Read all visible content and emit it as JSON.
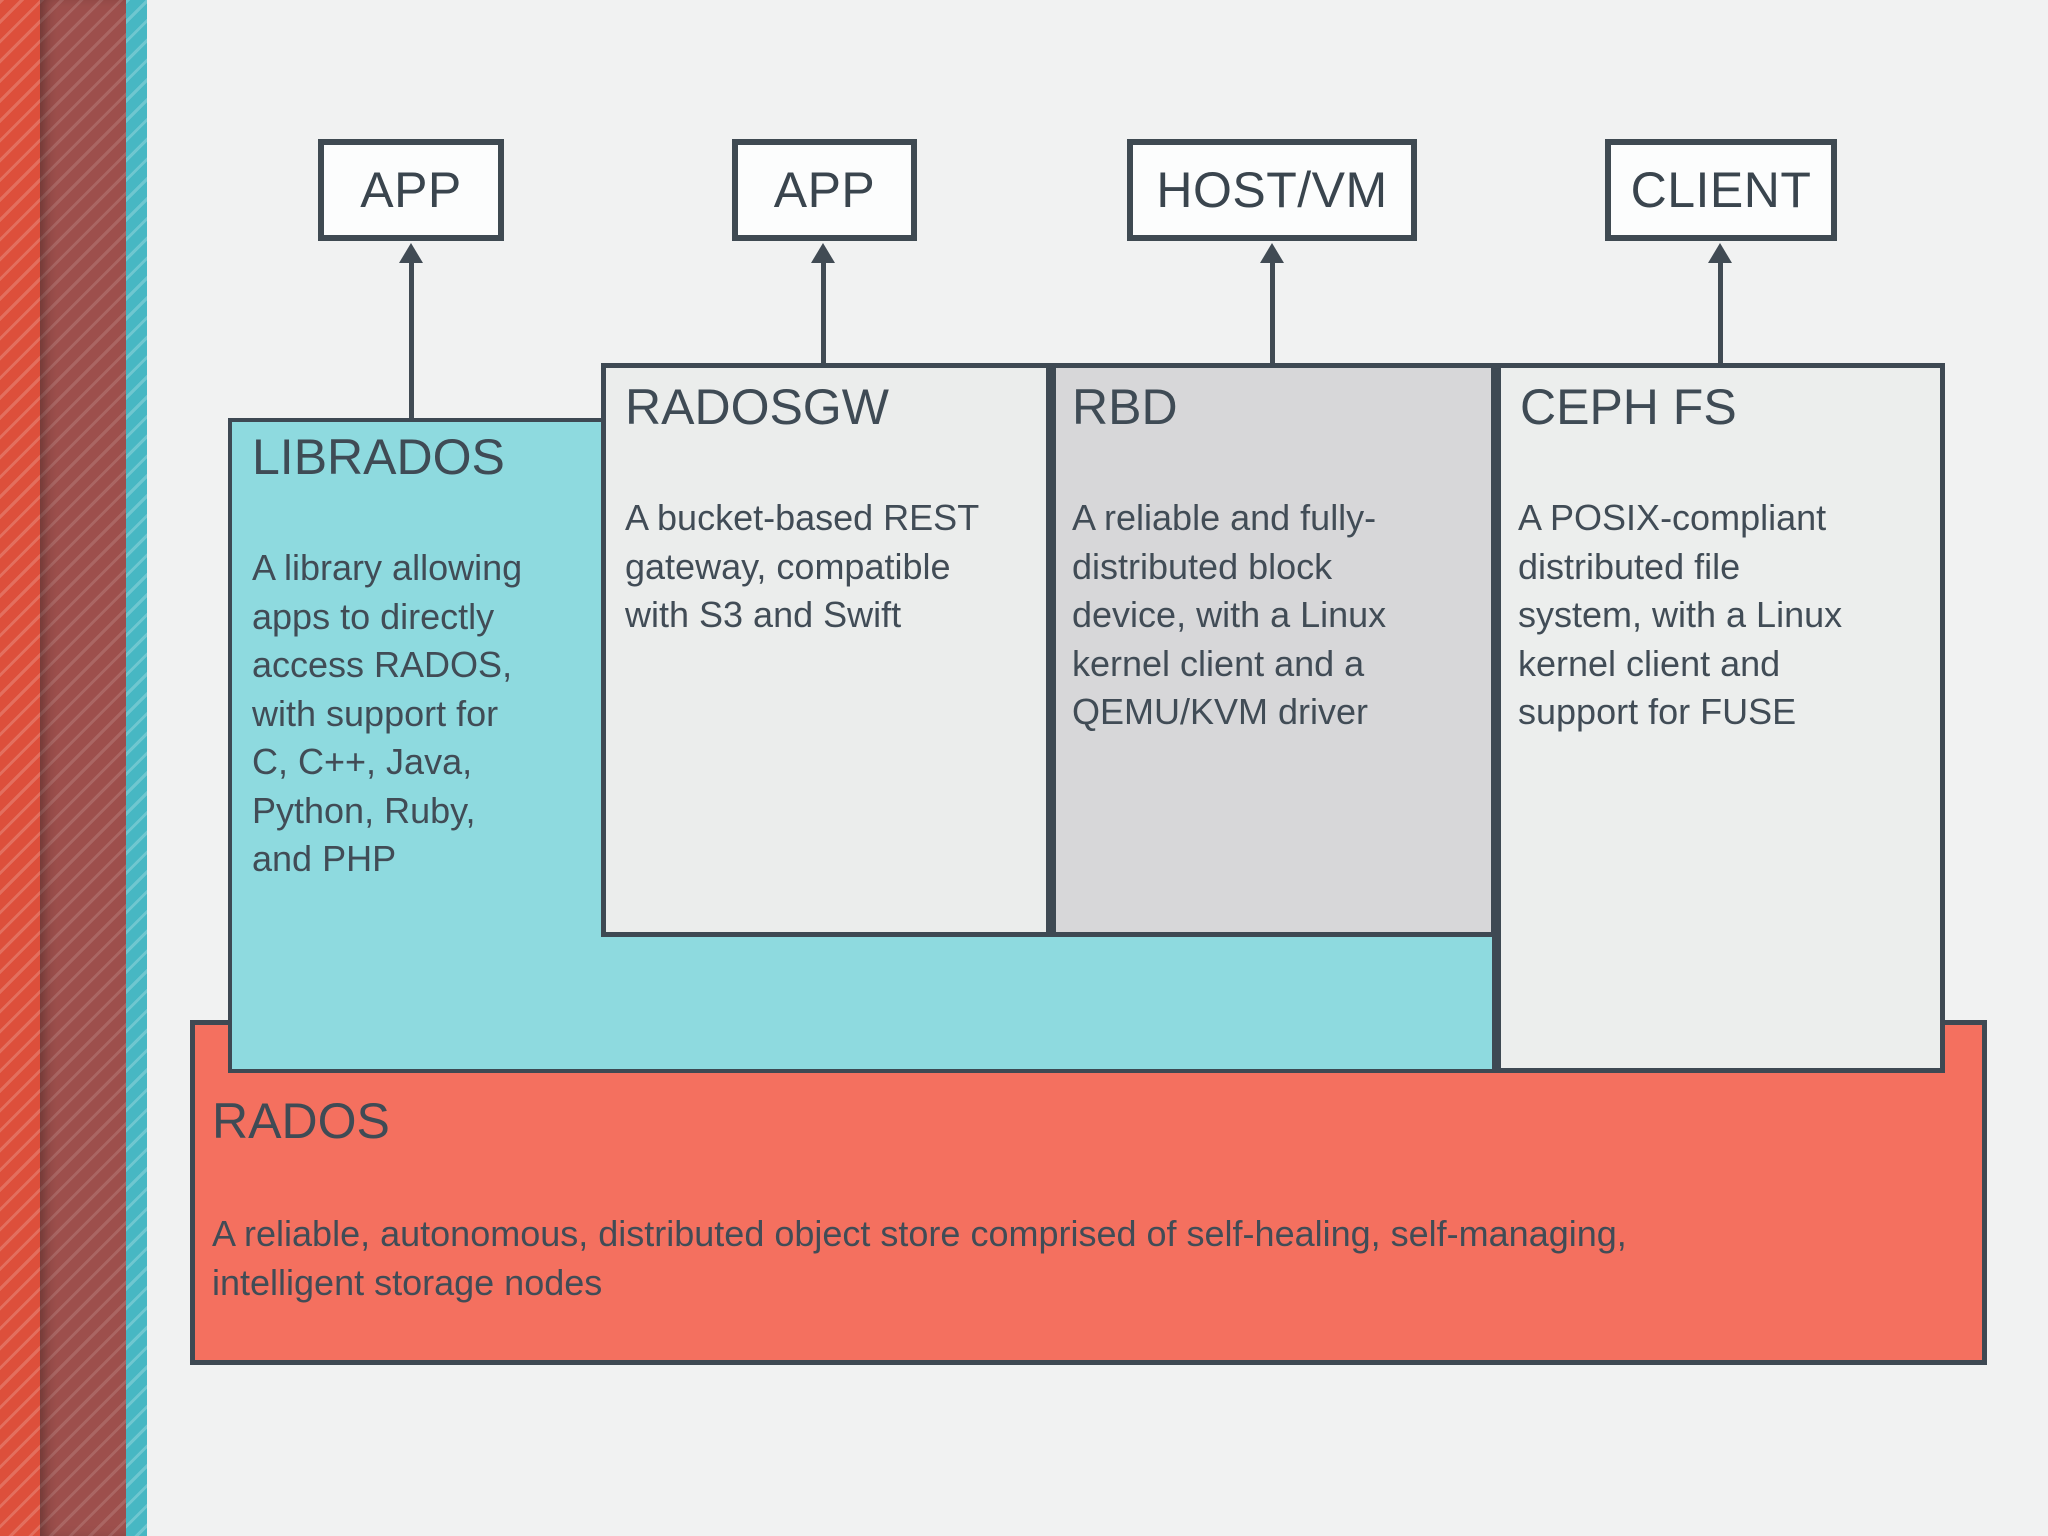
{
  "colors": {
    "background": "#f1f2f2",
    "text_ink": "#3f4b55",
    "box_border": "#3e4953",
    "top_node_fill": "#fcfdfd",
    "librados_fill": "#8edadf",
    "radosgw_fill": "#ebedec",
    "rbd_fill": "#d7d7d9",
    "cephfs_fill": "#eceeed",
    "rados_fill": "#f4705f",
    "stripe_red": "#dd4f3b",
    "stripe_maroon": "#9d4f4c",
    "stripe_teal": "#47b7c3"
  },
  "nodes": [
    {
      "id": "app-1",
      "label": "APP"
    },
    {
      "id": "app-2",
      "label": "APP"
    },
    {
      "id": "host-vm",
      "label": "HOST/VM"
    },
    {
      "id": "client",
      "label": "CLIENT"
    }
  ],
  "layers": {
    "librados": {
      "title": "LIBRADOS",
      "description_lines": [
        "A library allowing",
        "apps to directly",
        "access RADOS,",
        "with support for",
        "C, C++, Java,",
        "Python, Ruby,",
        "and PHP"
      ]
    },
    "radosgw": {
      "title": "RADOSGW",
      "description_lines": [
        "A bucket-based REST",
        "gateway, compatible",
        "with S3 and Swift"
      ]
    },
    "rbd": {
      "title": "RBD",
      "description_lines": [
        "A reliable and fully-",
        "distributed block",
        "device, with a Linux",
        "kernel client and a",
        "QEMU/KVM driver"
      ]
    },
    "cephfs": {
      "title": "CEPH FS",
      "description_lines": [
        "A POSIX-compliant",
        "distributed file",
        "system, with a Linux",
        "kernel client and",
        "support for FUSE"
      ]
    },
    "rados": {
      "title": "RADOS",
      "description_lines": [
        "A reliable, autonomous, distributed object store comprised of self-healing, self-managing,",
        "intelligent storage nodes"
      ]
    }
  },
  "arrows": [
    {
      "from": "LIBRADOS",
      "to": "APP"
    },
    {
      "from": "RADOSGW",
      "to": "APP"
    },
    {
      "from": "RBD",
      "to": "HOST/VM"
    },
    {
      "from": "CEPH FS",
      "to": "CLIENT"
    }
  ]
}
